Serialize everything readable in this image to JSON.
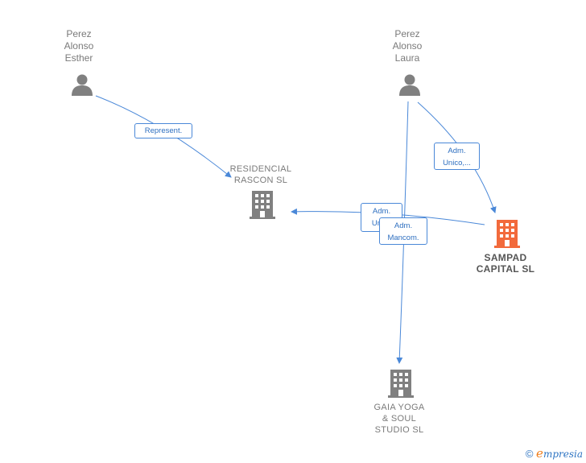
{
  "nodes": {
    "perez_esther": {
      "label": "Perez\nAlonso\nEsther",
      "type": "person"
    },
    "perez_laura": {
      "label": "Perez\nAlonso\nLaura",
      "type": "person"
    },
    "residencial": {
      "label": "RESIDENCIAL\nRASCON  SL",
      "type": "company"
    },
    "sampad": {
      "label": "SAMPAD\nCAPITAL  SL",
      "type": "company",
      "highlighted": true
    },
    "gaia": {
      "label": "GAIA YOGA\n& SOUL\nSTUDIO  SL",
      "type": "company"
    }
  },
  "edges": [
    {
      "from": "perez_esther",
      "to": "residencial",
      "label": "Represent."
    },
    {
      "from": "perez_laura",
      "to": "sampad",
      "label": "Adm.\nUnico,..."
    },
    {
      "from": "sampad",
      "to": "residencial",
      "label": "Adm.\nUnico"
    },
    {
      "from": "perez_laura",
      "to": "gaia",
      "label": "Adm.\nMancom."
    }
  ],
  "colors": {
    "edge": "#4a88d8",
    "node_icon": "#808080",
    "highlight_icon": "#f26a3c"
  },
  "footer": {
    "copyright": "©",
    "brand_initial": "e",
    "brand_rest": "mpresia"
  }
}
